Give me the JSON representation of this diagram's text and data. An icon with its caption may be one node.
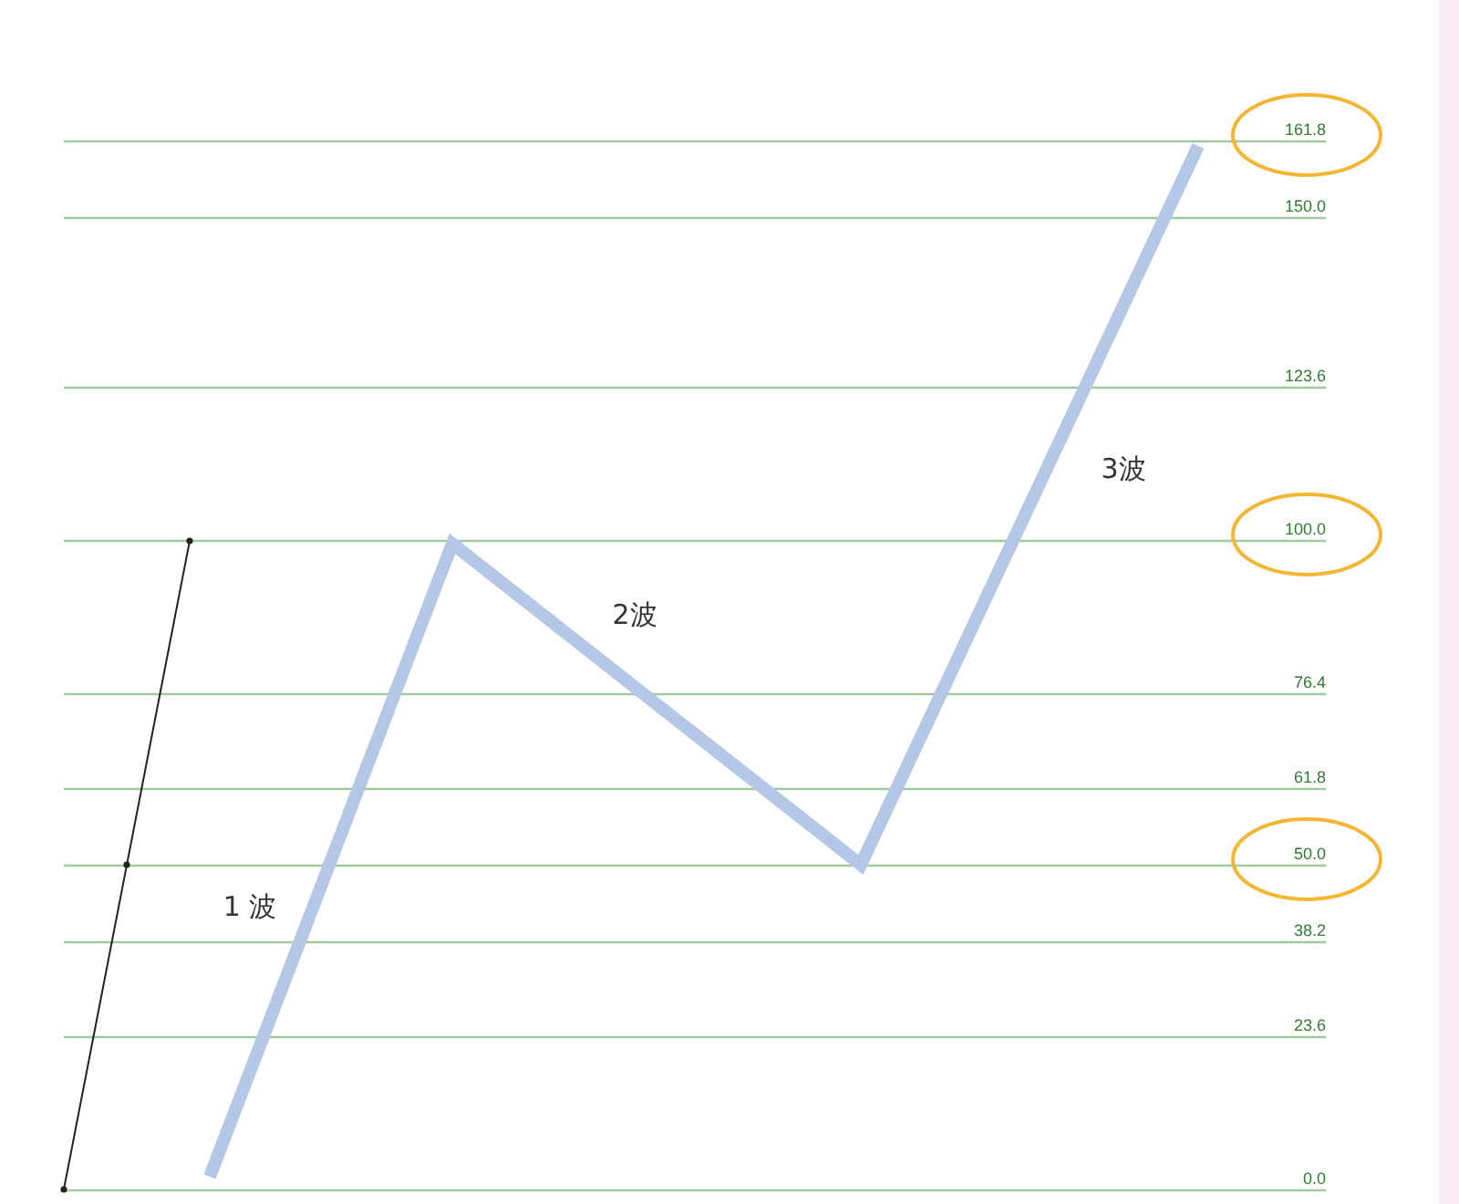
{
  "diagram": {
    "nodes": [
      {
        "text": [
          "161.8"
        ]
      },
      {
        "text": [
          "100.0"
        ]
      },
      {
        "text": [
          "50.0"
        ]
      }
    ],
    "labels": [
      "150.0",
      "123.6",
      "3波",
      "2波",
      "76.4",
      "61.8",
      "1 波",
      "38.2",
      "23.6",
      "0.0"
    ]
  }
}
